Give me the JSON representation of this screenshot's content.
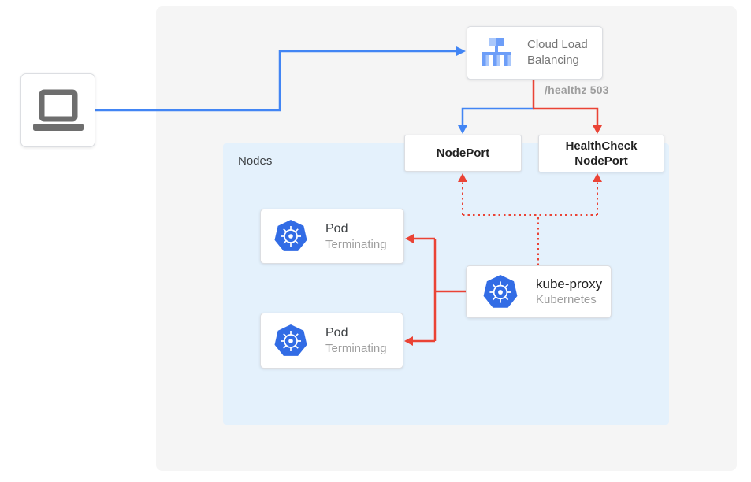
{
  "colors": {
    "accent-blue": "#4285F4",
    "accent-red": "#EA4335",
    "canvas-bg": "#F5F5F5",
    "nodes-bg": "#E4F1FC",
    "k8s-blue": "#326CE5",
    "box-border": "#DCDEE2",
    "muted-text": "#9E9E9E",
    "laptop-gray": "#6E6E6E",
    "lb-blue-medium": "#6D9EF8",
    "lb-blue-light": "#A9C7FB"
  },
  "icons": {
    "client": "laptop-icon",
    "load_balancer": "cloud-load-balancing-icon",
    "pod": "kubernetes-helm-icon",
    "kube_proxy": "kubernetes-helm-icon"
  },
  "nodes": {
    "label": "Nodes"
  },
  "cloud_load_balancing": {
    "label": "Cloud Load Balancing"
  },
  "edge_label": {
    "healthz": "/healthz 503"
  },
  "nodeport": {
    "label": "NodePort"
  },
  "healthcheck_nodeport": {
    "line1": "HealthCheck",
    "line2": "NodePort"
  },
  "pods": [
    {
      "title": "Pod",
      "subtitle": "Terminating"
    },
    {
      "title": "Pod",
      "subtitle": "Terminating"
    }
  ],
  "kube_proxy": {
    "title": "kube-proxy",
    "subtitle": "Kubernetes"
  }
}
